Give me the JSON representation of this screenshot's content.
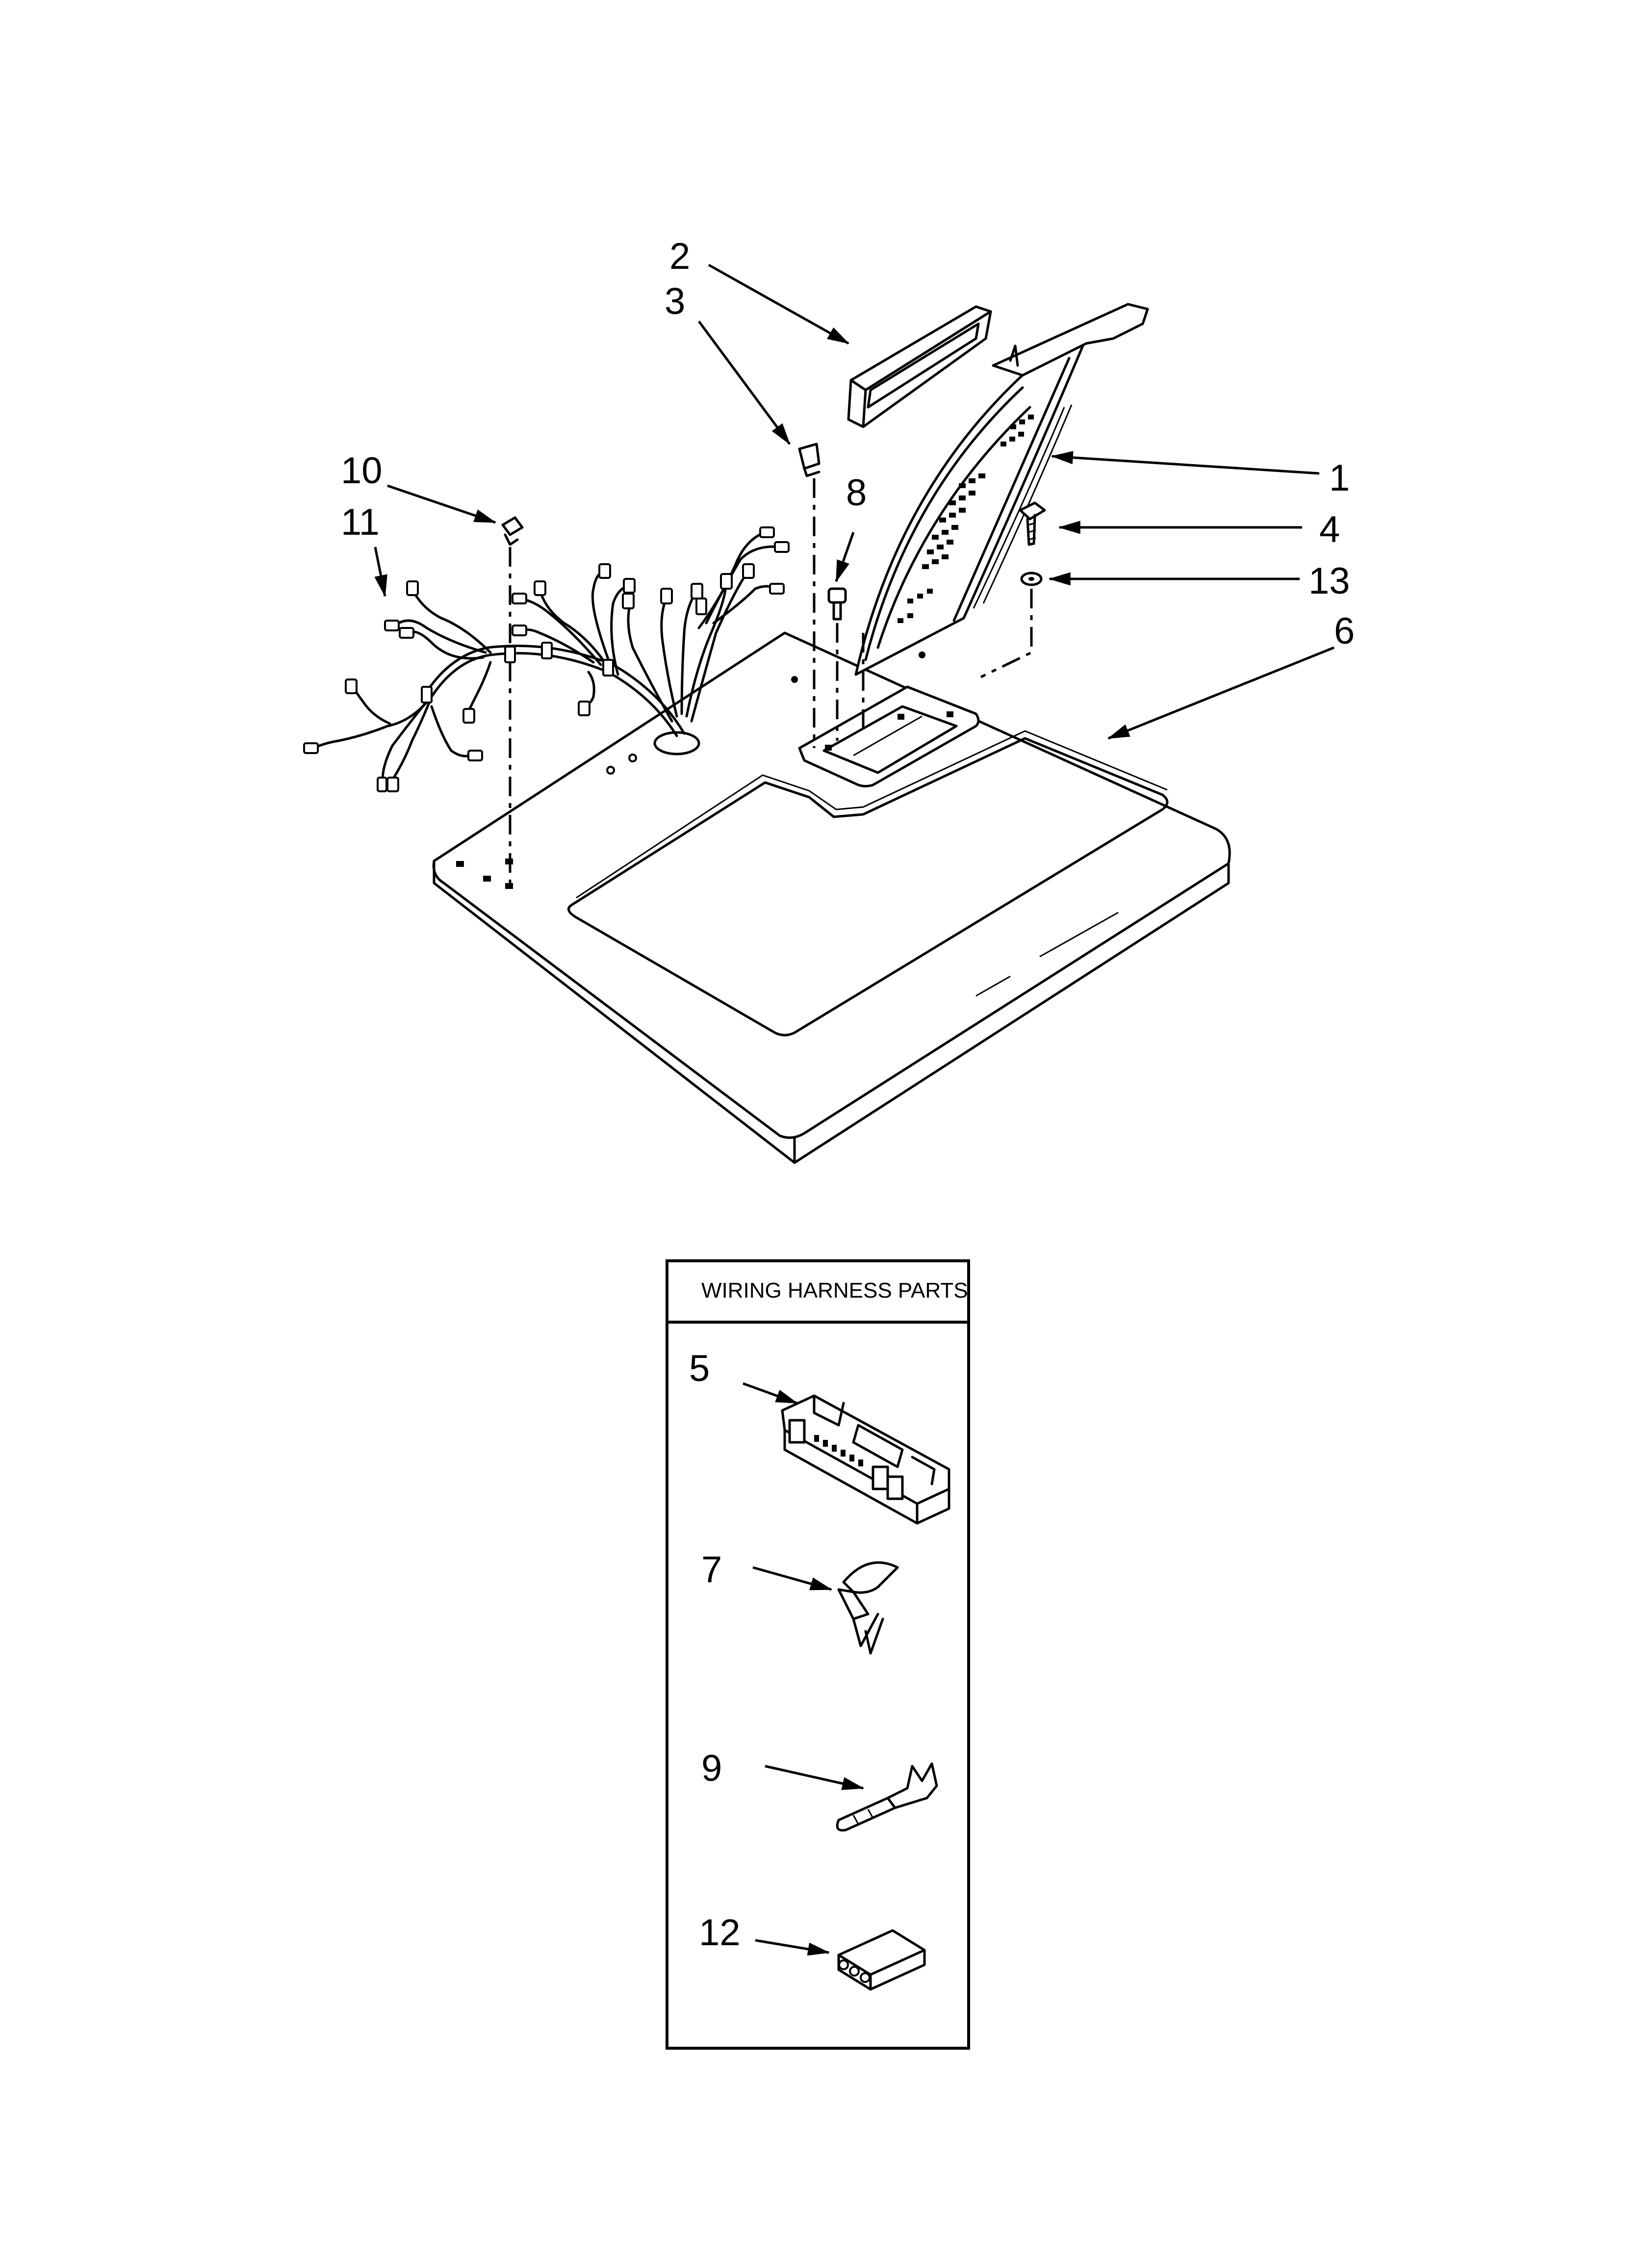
{
  "callouts": {
    "c1": "1",
    "c2": "2",
    "c3": "3",
    "c4": "4",
    "c5": "5",
    "c6": "6",
    "c7": "7",
    "c8": "8",
    "c9": "9",
    "c10": "10",
    "c11": "11",
    "c12": "12",
    "c13": "13"
  },
  "wiring_box": {
    "title": "WIRING HARNESS PARTS"
  }
}
